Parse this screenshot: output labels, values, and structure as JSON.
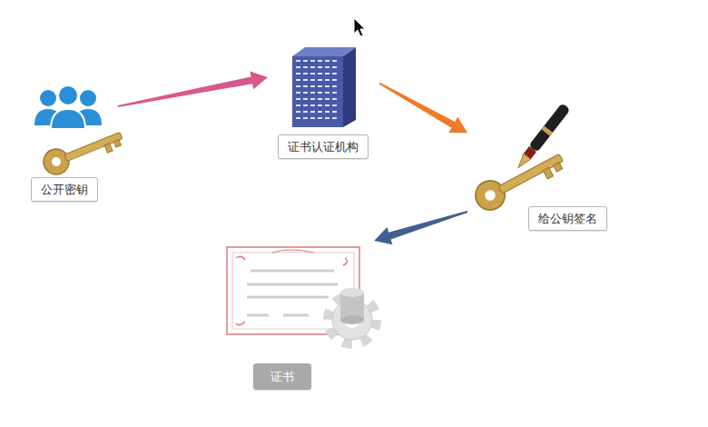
{
  "diagram": {
    "nodes": [
      {
        "text": [
          "公开密钥"
        ]
      },
      {
        "text": [
          "证书认证机构"
        ]
      },
      {
        "text": [
          "给公钥签名"
        ]
      },
      {
        "text": [
          "证书"
        ]
      }
    ],
    "edges": [
      {
        "from": 0,
        "to": 1,
        "arrow": "to"
      },
      {
        "from": 1,
        "to": 2,
        "arrow": "to"
      },
      {
        "from": 2,
        "to": 3,
        "arrow": "to"
      }
    ]
  }
}
